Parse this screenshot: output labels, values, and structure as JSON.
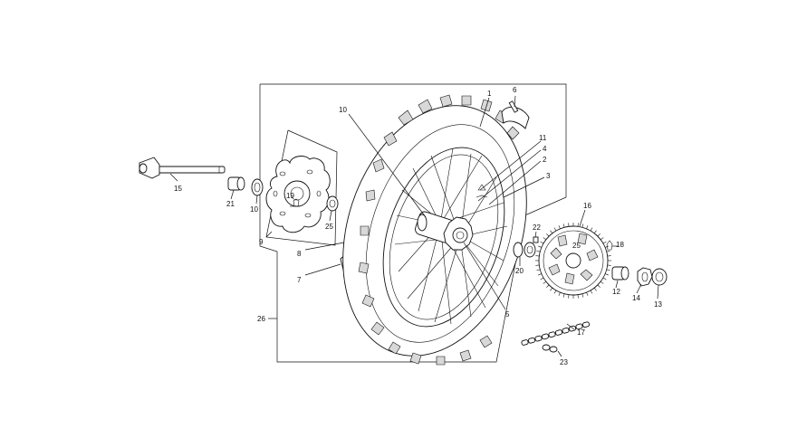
{
  "callouts": [
    {
      "id": "c1",
      "text": "1"
    },
    {
      "id": "c2",
      "text": "2"
    },
    {
      "id": "c3",
      "text": "3"
    },
    {
      "id": "c4",
      "text": "4"
    },
    {
      "id": "c5",
      "text": "5"
    },
    {
      "id": "c6",
      "text": "6"
    },
    {
      "id": "c7",
      "text": "7"
    },
    {
      "id": "c8",
      "text": "8"
    },
    {
      "id": "c9",
      "text": "9"
    },
    {
      "id": "c10a",
      "text": "10"
    },
    {
      "id": "c10b",
      "text": "10"
    },
    {
      "id": "c11",
      "text": "11"
    },
    {
      "id": "c12",
      "text": "12"
    },
    {
      "id": "c13",
      "text": "13"
    },
    {
      "id": "c14",
      "text": "14"
    },
    {
      "id": "c15",
      "text": "15"
    },
    {
      "id": "c16",
      "text": "16"
    },
    {
      "id": "c17",
      "text": "17"
    },
    {
      "id": "c18",
      "text": "18"
    },
    {
      "id": "c19",
      "text": "19"
    },
    {
      "id": "c20",
      "text": "20"
    },
    {
      "id": "c21",
      "text": "21"
    },
    {
      "id": "c22",
      "text": "22"
    },
    {
      "id": "c23",
      "text": "23"
    },
    {
      "id": "c25a",
      "text": "25"
    },
    {
      "id": "c25b",
      "text": "25"
    },
    {
      "id": "c26",
      "text": "26"
    }
  ]
}
